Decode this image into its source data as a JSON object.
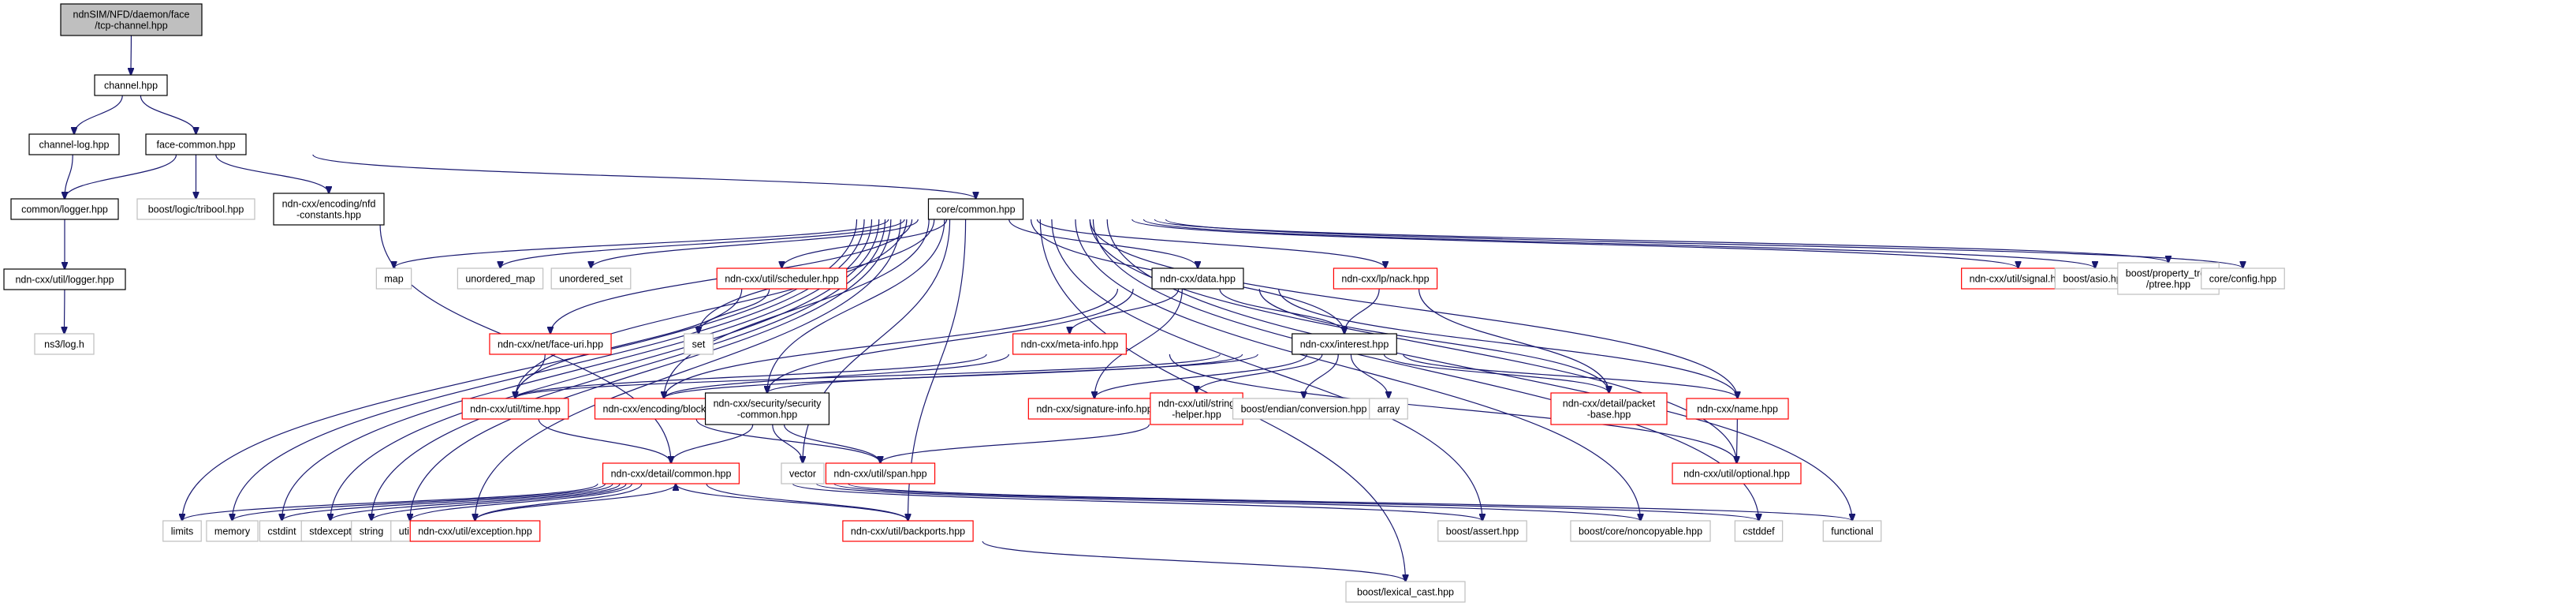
{
  "title": "ndnSIM/NFD/daemon/face/tcp-channel.hpp include dependency graph",
  "legend_colors": {
    "root_fill": "#bfbfbf",
    "documented_border": "#000000",
    "undocumented_border": "#ff0000",
    "external_border": "#bfbfbf",
    "edge": "#191970"
  },
  "nodes": [
    {
      "id": "root",
      "lines": [
        "ndnSIM/NFD/daemon/face",
        "/tcp-channel.hpp"
      ],
      "kind": "root"
    },
    {
      "id": "channel",
      "lines": [
        "channel.hpp"
      ],
      "kind": "documented"
    },
    {
      "id": "channel_log",
      "lines": [
        "channel-log.hpp"
      ],
      "kind": "documented"
    },
    {
      "id": "face_common",
      "lines": [
        "face-common.hpp"
      ],
      "kind": "documented"
    },
    {
      "id": "common_logger",
      "lines": [
        "common/logger.hpp"
      ],
      "kind": "documented"
    },
    {
      "id": "tribool",
      "lines": [
        "boost/logic/tribool.hpp"
      ],
      "kind": "external"
    },
    {
      "id": "nfd_constants",
      "lines": [
        "ndn-cxx/encoding/nfd",
        "-constants.hpp"
      ],
      "kind": "documented"
    },
    {
      "id": "util_logger",
      "lines": [
        "ndn-cxx/util/logger.hpp"
      ],
      "kind": "documented"
    },
    {
      "id": "ns3_log",
      "lines": [
        "ns3/log.h"
      ],
      "kind": "external"
    },
    {
      "id": "core_common",
      "lines": [
        "core/common.hpp"
      ],
      "kind": "documented"
    },
    {
      "id": "map",
      "lines": [
        "map"
      ],
      "kind": "external"
    },
    {
      "id": "unordered_map",
      "lines": [
        "unordered_map"
      ],
      "kind": "external"
    },
    {
      "id": "unordered_set",
      "lines": [
        "unordered_set"
      ],
      "kind": "external"
    },
    {
      "id": "scheduler",
      "lines": [
        "ndn-cxx/util/scheduler.hpp"
      ],
      "kind": "undocumented"
    },
    {
      "id": "data",
      "lines": [
        "ndn-cxx/data.hpp"
      ],
      "kind": "documented"
    },
    {
      "id": "nack",
      "lines": [
        "ndn-cxx/lp/nack.hpp"
      ],
      "kind": "undocumented"
    },
    {
      "id": "signal",
      "lines": [
        "ndn-cxx/util/signal.hpp"
      ],
      "kind": "undocumented"
    },
    {
      "id": "asio",
      "lines": [
        "boost/asio.hpp"
      ],
      "kind": "external"
    },
    {
      "id": "ptree",
      "lines": [
        "boost/property_tree",
        "/ptree.hpp"
      ],
      "kind": "external"
    },
    {
      "id": "config",
      "lines": [
        "core/config.hpp"
      ],
      "kind": "external"
    },
    {
      "id": "face_uri",
      "lines": [
        "ndn-cxx/net/face-uri.hpp"
      ],
      "kind": "undocumented"
    },
    {
      "id": "set",
      "lines": [
        "set"
      ],
      "kind": "external"
    },
    {
      "id": "meta_info",
      "lines": [
        "ndn-cxx/meta-info.hpp"
      ],
      "kind": "undocumented"
    },
    {
      "id": "interest",
      "lines": [
        "ndn-cxx/interest.hpp"
      ],
      "kind": "documented"
    },
    {
      "id": "time",
      "lines": [
        "ndn-cxx/util/time.hpp"
      ],
      "kind": "undocumented"
    },
    {
      "id": "block",
      "lines": [
        "ndn-cxx/encoding/block.hpp"
      ],
      "kind": "undocumented"
    },
    {
      "id": "security_common",
      "lines": [
        "ndn-cxx/security/security",
        "-common.hpp"
      ],
      "kind": "documented"
    },
    {
      "id": "signature_info",
      "lines": [
        "ndn-cxx/signature-info.hpp"
      ],
      "kind": "undocumented"
    },
    {
      "id": "string_helper",
      "lines": [
        "ndn-cxx/util/string",
        "-helper.hpp"
      ],
      "kind": "undocumented"
    },
    {
      "id": "endian",
      "lines": [
        "boost/endian/conversion.hpp"
      ],
      "kind": "external"
    },
    {
      "id": "array",
      "lines": [
        "array"
      ],
      "kind": "external"
    },
    {
      "id": "packet_base",
      "lines": [
        "ndn-cxx/detail/packet",
        "-base.hpp"
      ],
      "kind": "undocumented"
    },
    {
      "id": "name",
      "lines": [
        "ndn-cxx/name.hpp"
      ],
      "kind": "undocumented"
    },
    {
      "id": "detail_common",
      "lines": [
        "ndn-cxx/detail/common.hpp"
      ],
      "kind": "undocumented"
    },
    {
      "id": "vector",
      "lines": [
        "vector"
      ],
      "kind": "external"
    },
    {
      "id": "span",
      "lines": [
        "ndn-cxx/util/span.hpp"
      ],
      "kind": "undocumented"
    },
    {
      "id": "optional",
      "lines": [
        "ndn-cxx/util/optional.hpp"
      ],
      "kind": "undocumented"
    },
    {
      "id": "limits",
      "lines": [
        "limits"
      ],
      "kind": "external"
    },
    {
      "id": "memory",
      "lines": [
        "memory"
      ],
      "kind": "external"
    },
    {
      "id": "cstdint",
      "lines": [
        "cstdint"
      ],
      "kind": "external"
    },
    {
      "id": "stdexcept",
      "lines": [
        "stdexcept"
      ],
      "kind": "external"
    },
    {
      "id": "string",
      "lines": [
        "string"
      ],
      "kind": "external"
    },
    {
      "id": "utility",
      "lines": [
        "utility"
      ],
      "kind": "external"
    },
    {
      "id": "exception",
      "lines": [
        "ndn-cxx/util/exception.hpp"
      ],
      "kind": "undocumented"
    },
    {
      "id": "backports",
      "lines": [
        "ndn-cxx/util/backports.hpp"
      ],
      "kind": "undocumented"
    },
    {
      "id": "assert",
      "lines": [
        "boost/assert.hpp"
      ],
      "kind": "external"
    },
    {
      "id": "noncopyable",
      "lines": [
        "boost/core/noncopyable.hpp"
      ],
      "kind": "external"
    },
    {
      "id": "cstddef",
      "lines": [
        "cstddef"
      ],
      "kind": "external"
    },
    {
      "id": "functional",
      "lines": [
        "functional"
      ],
      "kind": "external"
    },
    {
      "id": "lexical_cast",
      "lines": [
        "boost/lexical_cast.hpp"
      ],
      "kind": "external"
    }
  ],
  "edges": [
    [
      "root",
      "channel"
    ],
    [
      "channel",
      "channel_log"
    ],
    [
      "channel",
      "face_common"
    ],
    [
      "channel_log",
      "common_logger"
    ],
    [
      "face_common",
      "common_logger"
    ],
    [
      "face_common",
      "tribool"
    ],
    [
      "face_common",
      "nfd_constants"
    ],
    [
      "face_common",
      "core_common"
    ],
    [
      "common_logger",
      "util_logger"
    ],
    [
      "util_logger",
      "ns3_log"
    ],
    [
      "nfd_constants",
      "detail_common"
    ],
    [
      "core_common",
      "map"
    ],
    [
      "core_common",
      "unordered_map"
    ],
    [
      "core_common",
      "unordered_set"
    ],
    [
      "core_common",
      "scheduler"
    ],
    [
      "core_common",
      "data"
    ],
    [
      "core_common",
      "nack"
    ],
    [
      "core_common",
      "signal"
    ],
    [
      "core_common",
      "asio"
    ],
    [
      "core_common",
      "ptree"
    ],
    [
      "core_common",
      "config"
    ],
    [
      "core_common",
      "face_uri"
    ],
    [
      "core_common",
      "set"
    ],
    [
      "core_common",
      "interest"
    ],
    [
      "core_common",
      "time"
    ],
    [
      "core_common",
      "block"
    ],
    [
      "core_common",
      "security_common"
    ],
    [
      "core_common",
      "name"
    ],
    [
      "core_common",
      "optional"
    ],
    [
      "core_common",
      "limits"
    ],
    [
      "core_common",
      "memory"
    ],
    [
      "core_common",
      "cstdint"
    ],
    [
      "core_common",
      "stdexcept"
    ],
    [
      "core_common",
      "string"
    ],
    [
      "core_common",
      "utility"
    ],
    [
      "core_common",
      "exception"
    ],
    [
      "core_common",
      "assert"
    ],
    [
      "core_common",
      "noncopyable"
    ],
    [
      "core_common",
      "cstddef"
    ],
    [
      "core_common",
      "functional"
    ],
    [
      "core_common",
      "lexical_cast"
    ],
    [
      "core_common",
      "vector"
    ],
    [
      "scheduler",
      "time"
    ],
    [
      "scheduler",
      "set"
    ],
    [
      "face_uri",
      "time"
    ],
    [
      "data",
      "meta_info"
    ],
    [
      "data",
      "interest"
    ],
    [
      "data",
      "block"
    ],
    [
      "data",
      "signature_info"
    ],
    [
      "data",
      "packet_base"
    ],
    [
      "data",
      "name"
    ],
    [
      "data",
      "security_common"
    ],
    [
      "nack",
      "interest"
    ],
    [
      "nack",
      "packet_base"
    ],
    [
      "meta_info",
      "time"
    ],
    [
      "meta_info",
      "block"
    ],
    [
      "meta_info",
      "optional"
    ],
    [
      "interest",
      "time"
    ],
    [
      "interest",
      "block"
    ],
    [
      "interest",
      "signature_info"
    ],
    [
      "interest",
      "string_helper"
    ],
    [
      "interest",
      "endian"
    ],
    [
      "interest",
      "array"
    ],
    [
      "interest",
      "packet_base"
    ],
    [
      "interest",
      "name"
    ],
    [
      "interest",
      "security_common"
    ],
    [
      "time",
      "detail_common"
    ],
    [
      "block",
      "span"
    ],
    [
      "security_common",
      "detail_common"
    ],
    [
      "security_common",
      "vector"
    ],
    [
      "security_common",
      "span"
    ],
    [
      "string_helper",
      "span"
    ],
    [
      "name",
      "optional"
    ],
    [
      "detail_common",
      "limits"
    ],
    [
      "detail_common",
      "memory"
    ],
    [
      "detail_common",
      "cstdint"
    ],
    [
      "detail_common",
      "stdexcept"
    ],
    [
      "detail_common",
      "string"
    ],
    [
      "detail_common",
      "utility"
    ],
    [
      "detail_common",
      "exception"
    ],
    [
      "detail_common",
      "backports"
    ],
    [
      "detail_common",
      "assert"
    ],
    [
      "detail_common",
      "noncopyable"
    ],
    [
      "detail_common",
      "cstddef"
    ],
    [
      "detail_common",
      "functional"
    ],
    [
      "exception",
      "detail_common"
    ],
    [
      "backports",
      "detail_common"
    ],
    [
      "backports",
      "lexical_cast"
    ],
    [
      "core_common",
      "backports"
    ]
  ]
}
